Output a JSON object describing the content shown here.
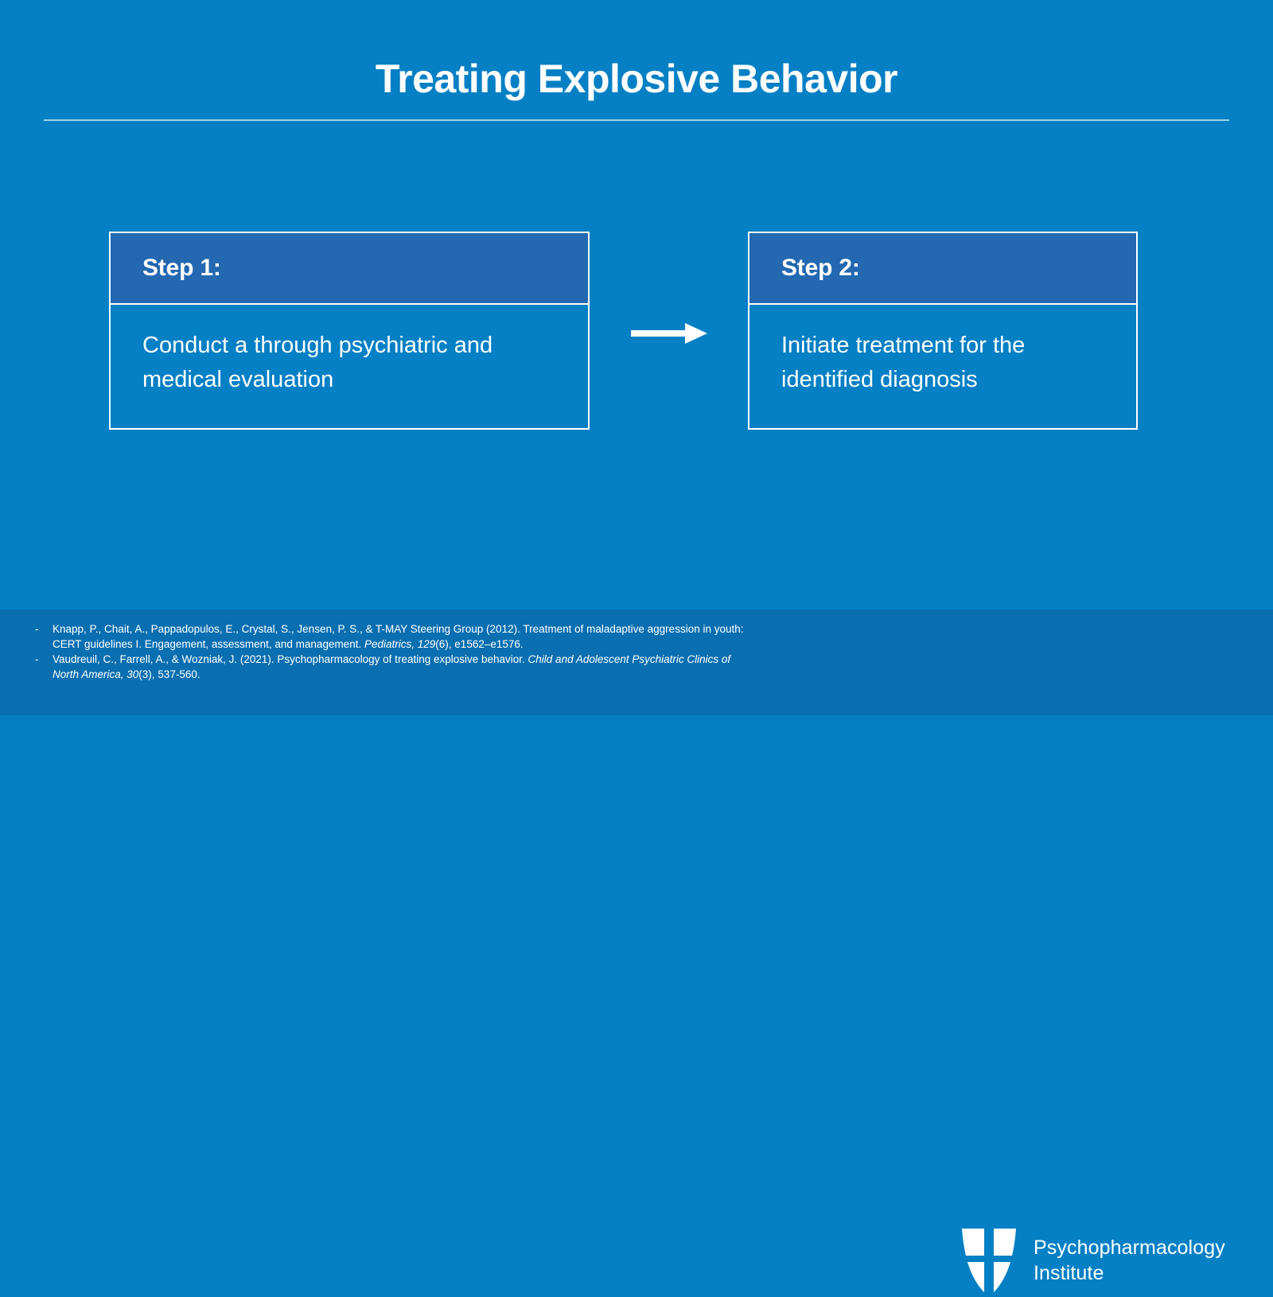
{
  "slide": {
    "title": "Treating Explosive Behavior",
    "background_color": "#0580C4",
    "footer_color": "#0A6FB0",
    "header_band_color": "#2368B0",
    "text_color": "#FFFFFF"
  },
  "steps": [
    {
      "header": "Step 1:",
      "body": "Conduct a through psychiatric and medical evaluation"
    },
    {
      "header": "Step 2:",
      "body": "Initiate treatment for the identified diagnosis"
    }
  ],
  "connector": {
    "icon": "arrow-right-icon"
  },
  "citations": [
    {
      "marker": "-",
      "parts": [
        {
          "text": "Knapp, P., Chait, A., Pappadopulos, E., Crystal, S., Jensen, P. S., & T-MAY Steering Group (2012). Treatment of maladaptive aggression in youth: CERT guidelines I. Engagement, assessment, and management. ",
          "italic": false
        },
        {
          "text": "Pediatrics, 129",
          "italic": true
        },
        {
          "text": "(6), e1562–e1576.",
          "italic": false
        }
      ]
    },
    {
      "marker": "-",
      "parts": [
        {
          "text": "Vaudreuil, C., Farrell, A., & Wozniak, J. (2021). Psychopharmacology of treating explosive behavior. ",
          "italic": false
        },
        {
          "text": "Child and Adolescent Psychiatric Clinics of North America, 30",
          "italic": true
        },
        {
          "text": "(3), 537-560.",
          "italic": false
        }
      ]
    }
  ],
  "logo": {
    "icon": "shield-logo-icon",
    "line1": "Psychopharmacology",
    "line2": "Institute"
  }
}
